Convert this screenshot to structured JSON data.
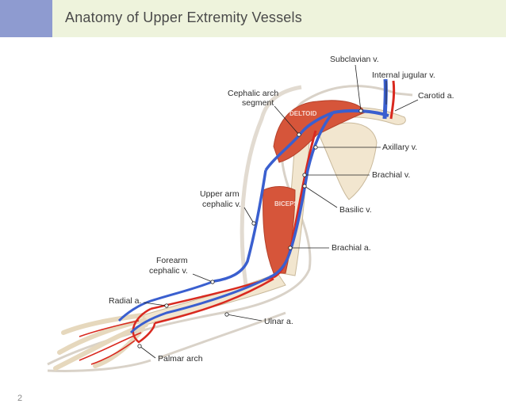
{
  "slide": {
    "title": "Anatomy of Upper Extremity Vessels",
    "page_number": "2"
  },
  "muscles": {
    "deltoid": "DELTOID",
    "biceps": "BICEPS"
  },
  "labels": {
    "subclavian_v": "Subclavian v.",
    "internal_jugular_v": "Internal jugular v.",
    "carotid_a": "Carotid a.",
    "cephalic_arch_1": "Cephalic arch",
    "cephalic_arch_2": "segment",
    "axillary_v": "Axillary v.",
    "brachial_v": "Brachial v.",
    "upper_arm_1": "Upper arm",
    "upper_arm_2": "cephalic v.",
    "basilic_v": "Basilic v.",
    "brachial_a": "Brachial a.",
    "forearm_1": "Forearm",
    "forearm_2": "cephalic v.",
    "radial_a": "Radial a.",
    "ulnar_a": "Ulnar a.",
    "palmar_arch": "Palmar arch"
  },
  "colors": {
    "header_bg": "#eef3dc",
    "header_accent": "#8e9bd0",
    "vein": "#3a5fcf",
    "artery": "#d9291f",
    "muscle": "#d6553a",
    "bone": "#f2e6cf"
  }
}
